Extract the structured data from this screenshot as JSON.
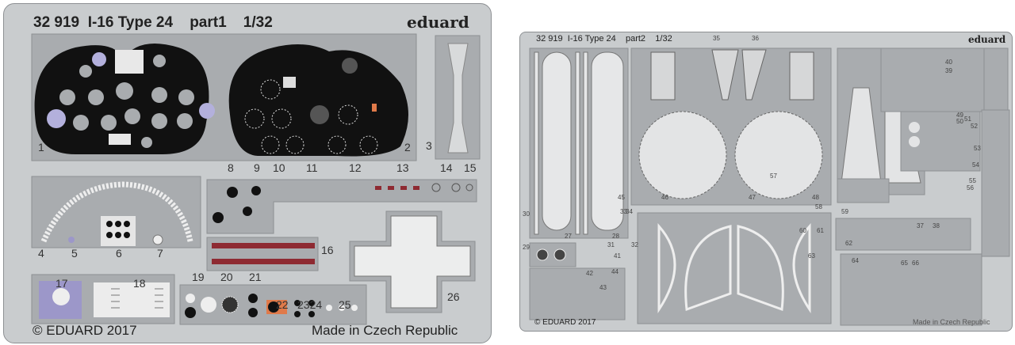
{
  "sheet1": {
    "code": "32 919",
    "model": "I-16 Type 24",
    "part": "part1",
    "scale": "1/32",
    "brand": "eduard",
    "copyright": "© EDUARD 2017",
    "origin": "Made in Czech Republic",
    "part_numbers": [
      "1",
      "2",
      "3",
      "4",
      "5",
      "6",
      "7",
      "8",
      "9",
      "10",
      "11",
      "12",
      "13",
      "14",
      "15",
      "16",
      "17",
      "18",
      "19",
      "20",
      "21",
      "22",
      "2324",
      "25",
      "26"
    ]
  },
  "sheet2": {
    "code": "32 919",
    "model": "I-16 Type 24",
    "part": "part2",
    "scale": "1/32",
    "brand": "eduard",
    "copyright": "© EDUARD 2017",
    "origin": "Made in Czech Republic",
    "part_numbers": [
      "27",
      "28",
      "29",
      "30",
      "31",
      "32",
      "33",
      "34",
      "35",
      "36",
      "37",
      "38",
      "39",
      "40",
      "41",
      "42",
      "43",
      "44",
      "45",
      "46",
      "47",
      "48",
      "49",
      "50",
      "51",
      "52",
      "53",
      "54",
      "55",
      "56",
      "57",
      "58",
      "59",
      "60",
      "61",
      "62",
      "63",
      "64",
      "65",
      "66"
    ]
  },
  "colors": {
    "metal": "#c9ccce",
    "panel": "#a9acaf",
    "black": "#111111",
    "purple": "#9c97c9",
    "red": "#8e2a32",
    "orange": "#e07a4a"
  }
}
